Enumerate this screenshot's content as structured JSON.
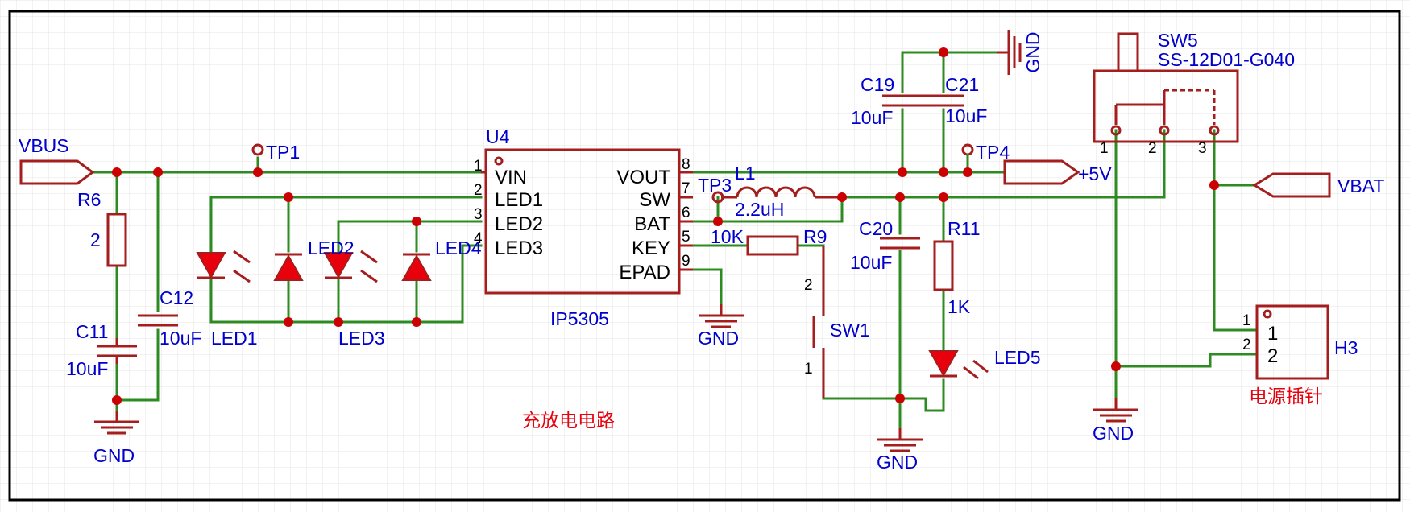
{
  "title": "充放电电路",
  "colors": {
    "wire": "#2e8b22",
    "component": "#a51d1d",
    "fill": "#e8000d",
    "text_blue": "#0000cc",
    "text_red": "#e8000d",
    "grid": "#e6e6e6"
  },
  "nets": {
    "vbus": "VBUS",
    "vbat": "VBAT",
    "plus5v": "+5V"
  },
  "gnd": "GND",
  "ic": {
    "ref": "U4",
    "name": "IP5305",
    "left_pins": [
      {
        "num": "1",
        "name": "VIN"
      },
      {
        "num": "2",
        "name": "LED1"
      },
      {
        "num": "3",
        "name": "LED2"
      },
      {
        "num": "4",
        "name": "LED3"
      }
    ],
    "right_pins": [
      {
        "num": "8",
        "name": "VOUT"
      },
      {
        "num": "7",
        "name": "SW"
      },
      {
        "num": "6",
        "name": "BAT"
      },
      {
        "num": "5",
        "name": "KEY"
      },
      {
        "num": "9",
        "name": "EPAD"
      }
    ]
  },
  "resistors": [
    {
      "ref": "R6",
      "value": "2"
    },
    {
      "ref": "R9",
      "value": "10K"
    },
    {
      "ref": "R11",
      "value": "1K"
    }
  ],
  "capacitors": [
    {
      "ref": "C11",
      "value": "10uF"
    },
    {
      "ref": "C12",
      "value": "10uF"
    },
    {
      "ref": "C19",
      "value": "10uF"
    },
    {
      "ref": "C20",
      "value": "10uF"
    },
    {
      "ref": "C21",
      "value": "10uF"
    }
  ],
  "inductor": {
    "ref": "L1",
    "value": "2.2uH"
  },
  "leds": [
    "LED1",
    "LED2",
    "LED3",
    "LED4",
    "LED5"
  ],
  "test_points": [
    "TP1",
    "TP3",
    "TP4"
  ],
  "switch_key": {
    "ref": "SW1",
    "pins": [
      "2",
      "1"
    ]
  },
  "switch_slide": {
    "ref": "SW5",
    "part": "SS-12D01-G040",
    "pins": [
      "1",
      "2",
      "3"
    ]
  },
  "header": {
    "ref": "H3",
    "desc": "电源插针",
    "pins": [
      "1",
      "2"
    ]
  }
}
